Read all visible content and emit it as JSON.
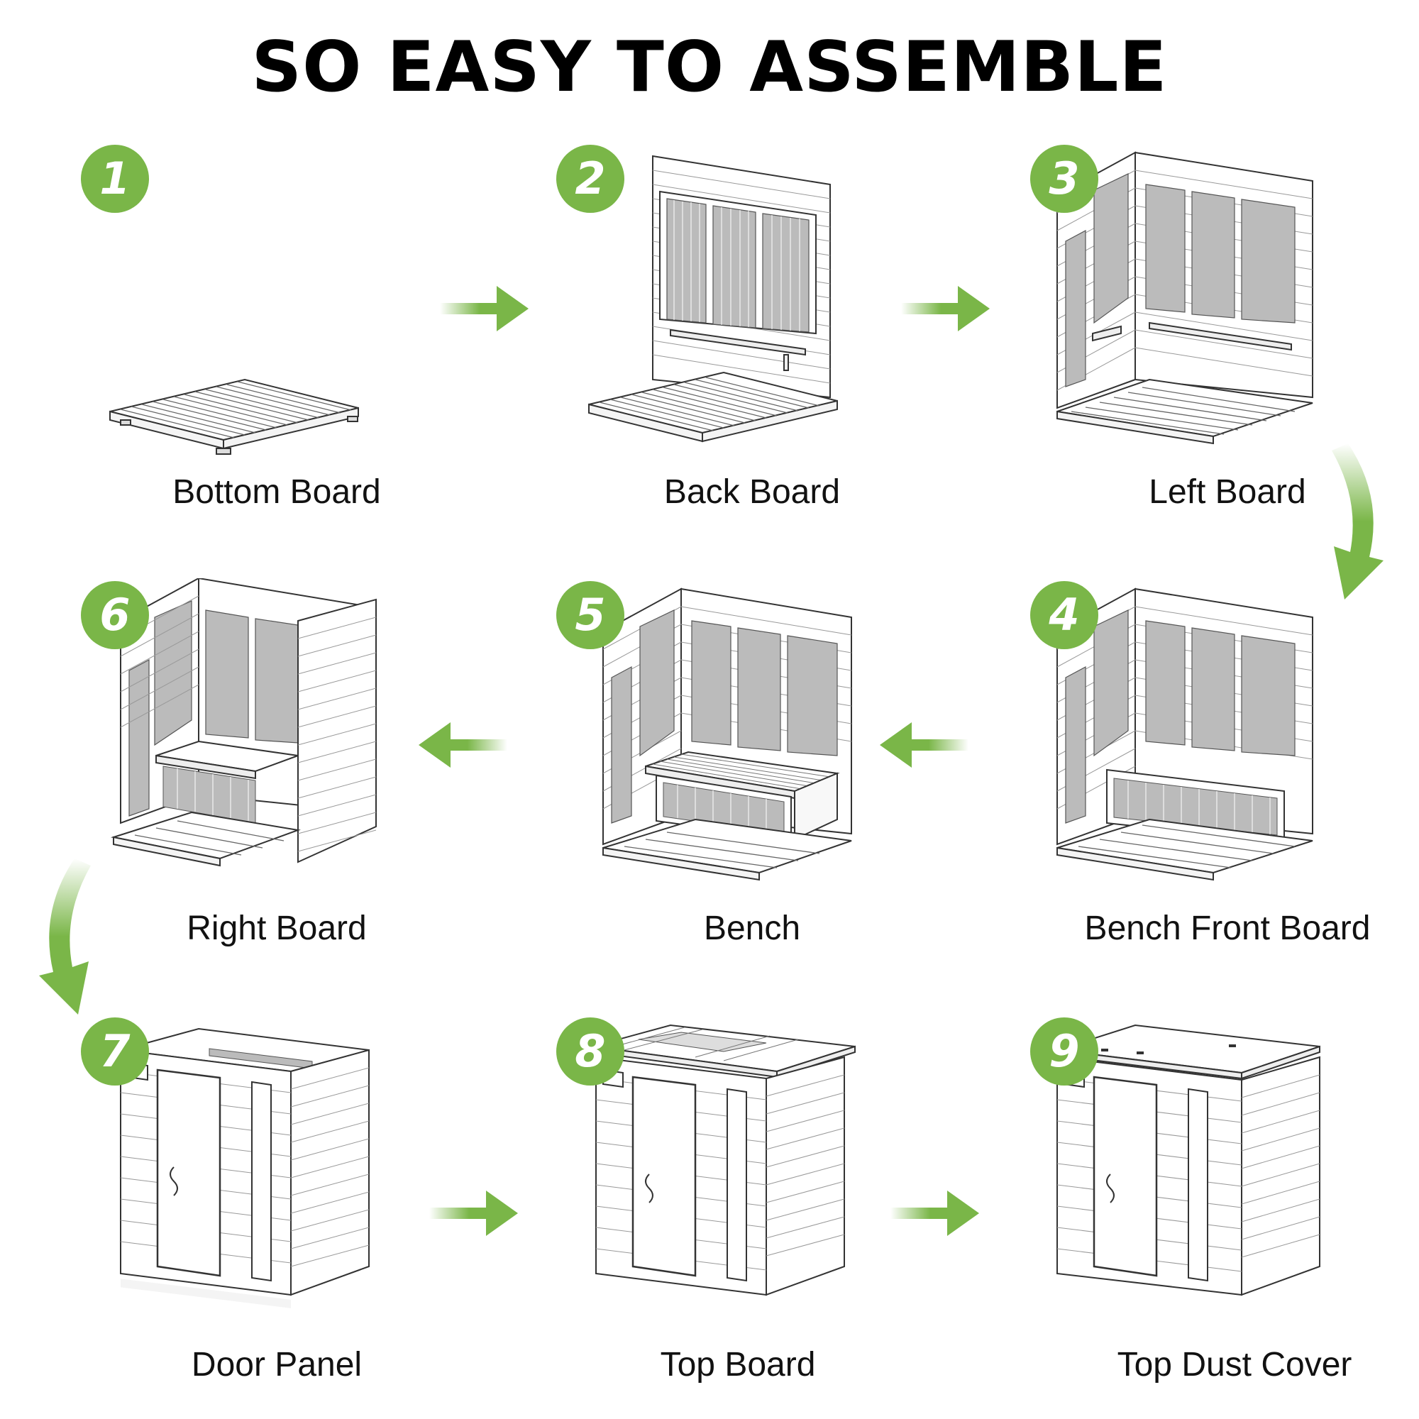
{
  "title": "SO EASY TO ASSEMBLE",
  "accent_color": "#7ab648",
  "steps": [
    {
      "number": "1",
      "label": "Bottom Board"
    },
    {
      "number": "2",
      "label": "Back Board"
    },
    {
      "number": "3",
      "label": "Left Board"
    },
    {
      "number": "4",
      "label": "Bench Front Board"
    },
    {
      "number": "5",
      "label": "Bench"
    },
    {
      "number": "6",
      "label": "Right Board"
    },
    {
      "number": "7",
      "label": "Door Panel"
    },
    {
      "number": "8",
      "label": "Top Board"
    },
    {
      "number": "9",
      "label": "Top Dust Cover"
    }
  ],
  "arrows": [
    {
      "from": "1",
      "to": "2",
      "icon": "arrow-right-icon"
    },
    {
      "from": "2",
      "to": "3",
      "icon": "arrow-right-icon"
    },
    {
      "from": "3",
      "to": "4",
      "icon": "curved-arrow-down-icon"
    },
    {
      "from": "4",
      "to": "5",
      "icon": "arrow-left-icon"
    },
    {
      "from": "5",
      "to": "6",
      "icon": "arrow-left-icon"
    },
    {
      "from": "6",
      "to": "7",
      "icon": "curved-arrow-down-icon"
    },
    {
      "from": "7",
      "to": "8",
      "icon": "arrow-right-icon"
    },
    {
      "from": "8",
      "to": "9",
      "icon": "arrow-right-icon"
    }
  ]
}
